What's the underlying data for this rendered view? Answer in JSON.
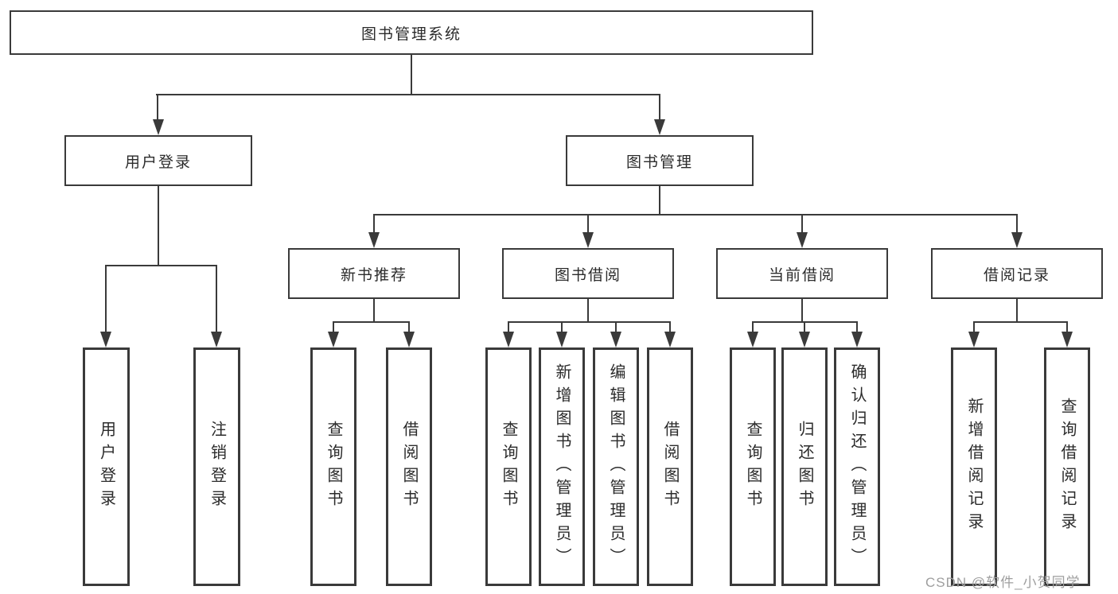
{
  "colors": {
    "line": "#3a3a3a",
    "text": "#2b2b2b",
    "watermark": "#9e9e9e",
    "bg": "#ffffff"
  },
  "watermark": {
    "text": "CSDN @软件_小贺同学"
  },
  "tree": {
    "root": {
      "label": "图书管理系统"
    },
    "level2": [
      {
        "label": "用户登录",
        "children": [
          {
            "label": "用户登录"
          },
          {
            "label": "注销登录"
          }
        ]
      },
      {
        "label": "图书管理",
        "children": [
          {
            "label": "新书推荐",
            "children": [
              {
                "label": "查询图书"
              },
              {
                "label": "借阅图书"
              }
            ]
          },
          {
            "label": "图书借阅",
            "children": [
              {
                "label": "查询图书"
              },
              {
                "label": "新增图书（管理员）"
              },
              {
                "label": "编辑图书（管理员）"
              },
              {
                "label": "借阅图书"
              }
            ]
          },
          {
            "label": "当前借阅",
            "children": [
              {
                "label": "查询图书"
              },
              {
                "label": "归还图书"
              },
              {
                "label": "确认归还（管理员）"
              }
            ]
          },
          {
            "label": "借阅记录",
            "children": [
              {
                "label": "新增借阅记录"
              },
              {
                "label": "查询借阅记录"
              }
            ]
          }
        ]
      }
    ]
  }
}
